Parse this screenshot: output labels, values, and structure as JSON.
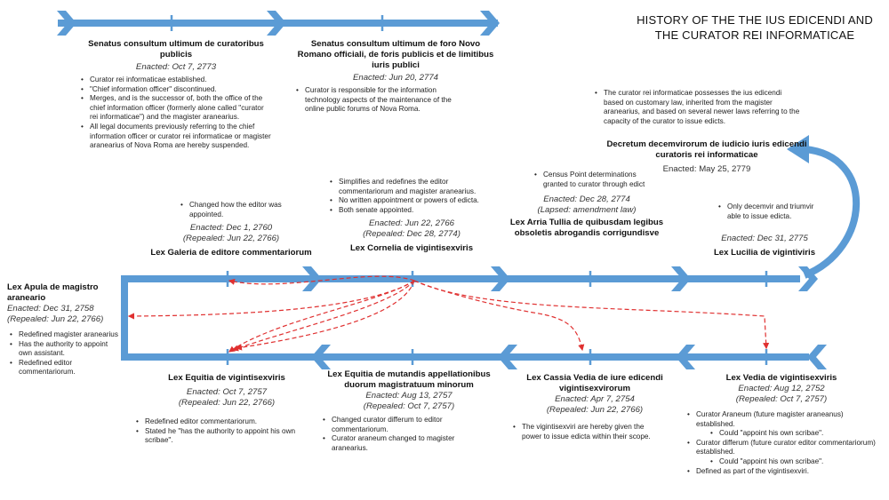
{
  "title": "HISTORY OF THE THE IUS EDICENDI AND THE CURATOR REI INFORMATICAE",
  "colors": {
    "timeline": "#5b9bd5",
    "arrows": "#e03030",
    "text": "#222222"
  },
  "events": [
    {
      "name": "Senatus consultum ultimum de curatoribus publicis",
      "dates": [
        "Enacted: Oct 7, 2773"
      ],
      "bullets": [
        "Curator rei informaticae established.",
        "\"Chief information officer\" discontinued.",
        "Merges, and is the successor of, both the office of the chief information officer (formerly alone called \"curator rei informaticae\") and the magister aranearius.",
        "All legal documents previously referring to the chief information officer or curator rei informaticae or magister aranearius of Nova Roma are hereby suspended."
      ]
    },
    {
      "name": "Senatus consultum ultimum de foro Novo Romano officiali, de foris publicis et de limitibus iuris publici",
      "dates": [
        "Enacted: Jun 20, 2774"
      ],
      "bullets": [
        "Curator is responsible for the information technology aspects of the maintenance of the online public forums of Nova Roma."
      ]
    },
    {
      "name": "Decretum decemvirorum de iudicio iuris edicendi curatoris rei informaticae",
      "dates": [
        "Enacted: May 25, 2779"
      ],
      "bullets": []
    },
    {
      "name": "Lex Galeria de editore commentariorum",
      "dates": [
        "Enacted: Dec 1, 2760",
        "(Repealed: Jun 22, 2766)"
      ],
      "bullets": [
        "Changed how the editor was appointed."
      ]
    },
    {
      "name": "Lex Cornelia de vigintisexviris",
      "dates": [
        "Enacted: Jun 22, 2766",
        "(Repealed: Dec 28, 2774)"
      ],
      "bullets": [
        "Simplifies and redefines the editor commentariorum and magister aranearius.",
        "No written appointment or powers of edicta.",
        "Both senate appointed."
      ]
    },
    {
      "name": "Lex Arria Tullia de quibusdam legibus obsoletis abrogandis corrigundisve",
      "dates": [
        "Enacted: Dec 28, 2774",
        "(Lapsed: amendment law)"
      ],
      "bullets": [
        "Census Point determinations granted to curator through edict"
      ]
    },
    {
      "name": "Lex Lucilia de vigintiviris",
      "dates": [
        "Enacted: Dec 31, 2775"
      ],
      "bullets": [
        "Only decemvir and triumvir able to issue edicta."
      ]
    },
    {
      "name": "Lex Apula de magistro araneario",
      "dates": [
        "Enacted: Dec 31, 2758",
        "(Repealed: Jun 22, 2766)"
      ],
      "bullets": [
        "Redefined magister aranearius",
        "Has the authority to appoint own assistant.",
        "Redefined editor commentariorum."
      ]
    },
    {
      "name": "Lex Equitia de vigintisexviris",
      "dates": [
        "Enacted: Oct 7, 2757",
        "(Repealed: Jun 22, 2766)"
      ],
      "bullets": [
        "Redefined editor commentariorum.",
        "Stated he \"has the authority to appoint his own scribae\"."
      ]
    },
    {
      "name": "Lex Equitia de mutandis appellationibus duorum magistratuum minorum",
      "dates": [
        "Enacted: Aug 13, 2757",
        "(Repealed: Oct 7, 2757)"
      ],
      "bullets": [
        "Changed curator differum to editor commentariorum.",
        "Curator araneum changed to magister aranearius."
      ]
    },
    {
      "name": "Lex Cassia Vedia de iure edicendi vigintisexvirorum",
      "dates": [
        "Enacted: Apr 7, 2754",
        "(Repealed: Jun 22, 2766)"
      ],
      "bullets": [
        "The vigintisexviri are hereby given the power to issue edicta within their scope."
      ]
    },
    {
      "name": "Lex Vedia de vigintisexviris",
      "dates": [
        "Enacted: Aug 12, 2752",
        "(Repealed: Oct 7, 2757)"
      ],
      "bullets": [
        "Curator Araneum (future magister araneanus) established.",
        "Could \"appoint his own scribae\".",
        "Curator differum (future curator editor commentariorum) established.",
        "Could \"appoint his own scribae\".",
        "Defined as part of the vigintisexviri."
      ]
    }
  ],
  "notes": [
    {
      "text": "The curator rei informaticae possesses the ius edicendi based on customary law, inherited from the magister aranearius, and based on several newer laws referring to the capacity of the curator to issue edicts."
    }
  ]
}
